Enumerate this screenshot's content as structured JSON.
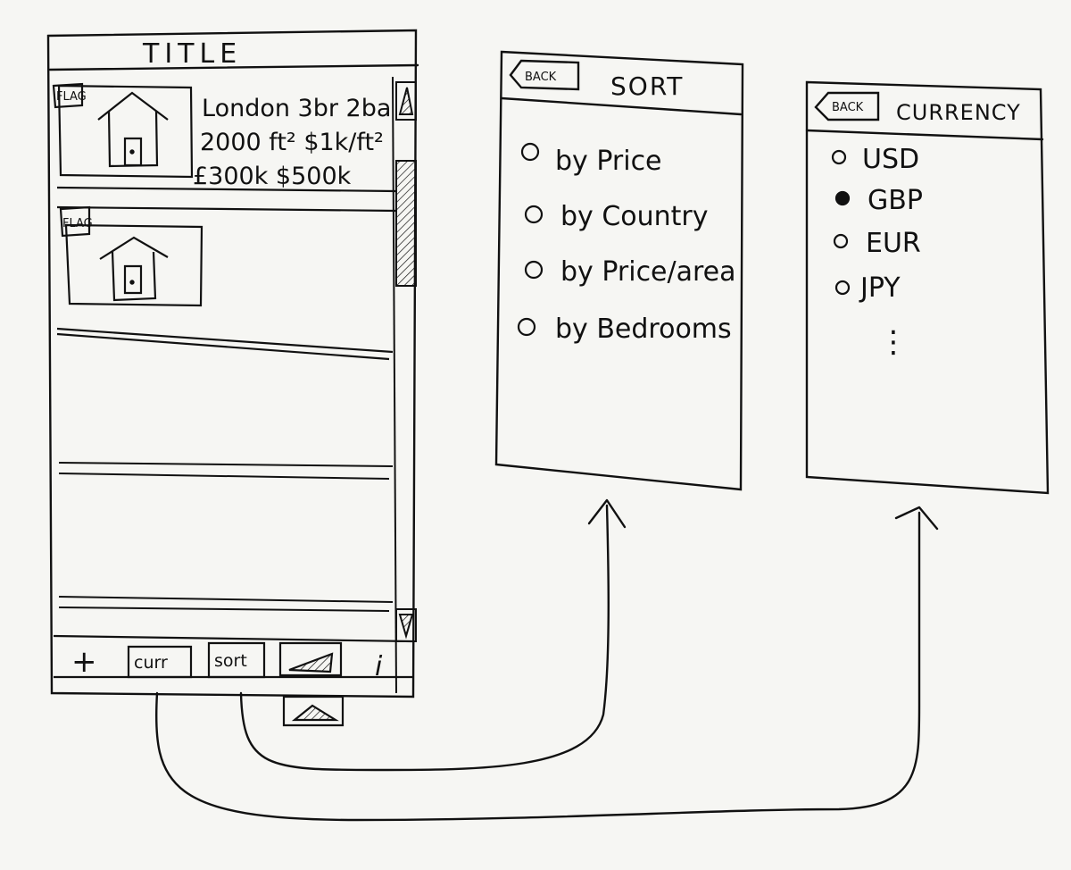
{
  "main_screen": {
    "title": "TITLE",
    "listings": [
      {
        "flag": "FLAG",
        "line1": "London 3br 2ba",
        "line2": "2000 ft² $1k/ft²",
        "line3": "£300k $500k"
      },
      {
        "flag": "FLAG"
      }
    ],
    "toolbar": {
      "add": "+",
      "currency": "curr",
      "sort": "sort",
      "info": "i"
    }
  },
  "sort_screen": {
    "back": "BACK",
    "title": "SORT",
    "options": [
      "by Price",
      "by Country",
      "by Price/area",
      "by Bedrooms"
    ]
  },
  "currency_screen": {
    "back": "BACK",
    "title": "CURRENCY",
    "options": [
      "USD",
      "GBP",
      "EUR",
      "JPY"
    ],
    "selected": "GBP",
    "more": "⋮"
  }
}
